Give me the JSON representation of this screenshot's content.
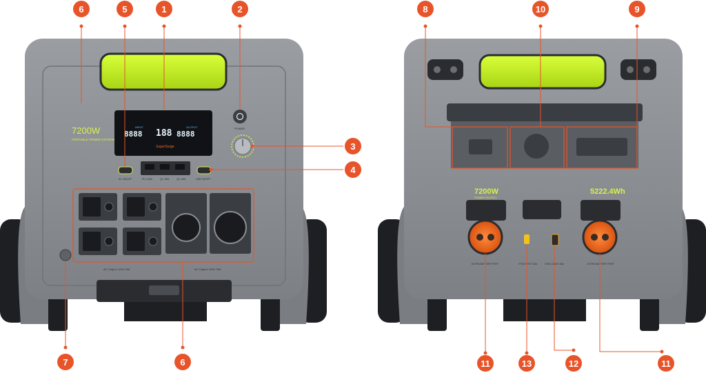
{
  "colors": {
    "callout": "#e8542a",
    "body": "#8a8d91",
    "body_dark": "#5e6166",
    "handle": "#c6f21a",
    "panel": "#3a3d42",
    "port_orange": "#f26a1b",
    "screen_text": "#4fc3f7"
  },
  "front": {
    "capacity_label": "7200W",
    "capacity_sub": "PORTABLE POWER STATION",
    "screen": {
      "input_label": "INPUT",
      "output_label": "OUTPUT",
      "input_value": "8888",
      "percent_value": "188",
      "output_value": "8888",
      "brand": "SuperSurge"
    },
    "power_label": "POWER",
    "ac_on_off_label": "AC ON/OFF",
    "usb_on_off_label": "USB ON/OFF",
    "usb_port_labels": [
      "PD 100W",
      "QC 18W",
      "QC 18W"
    ],
    "ac_output_120_label": "AC Output: 120V 20A",
    "ac_output_240_label": "AC Output: 240V 30A"
  },
  "back": {
    "output_label": "7200W",
    "output_sub": "POWER OUTPUT",
    "capacity_label": "5222.4Wh",
    "left_port_label": "EXTRA BATTERY PORT",
    "right_port_label": "EXTRA BATTERY PORT",
    "small_port_label_1": "XT90 INPUT 60A",
    "small_port_label_2": "XT60 12-60V 40A"
  },
  "callouts": [
    "6",
    "5",
    "1",
    "2",
    "3",
    "4",
    "7",
    "6",
    "8",
    "10",
    "9",
    "11",
    "13",
    "12",
    "11"
  ]
}
